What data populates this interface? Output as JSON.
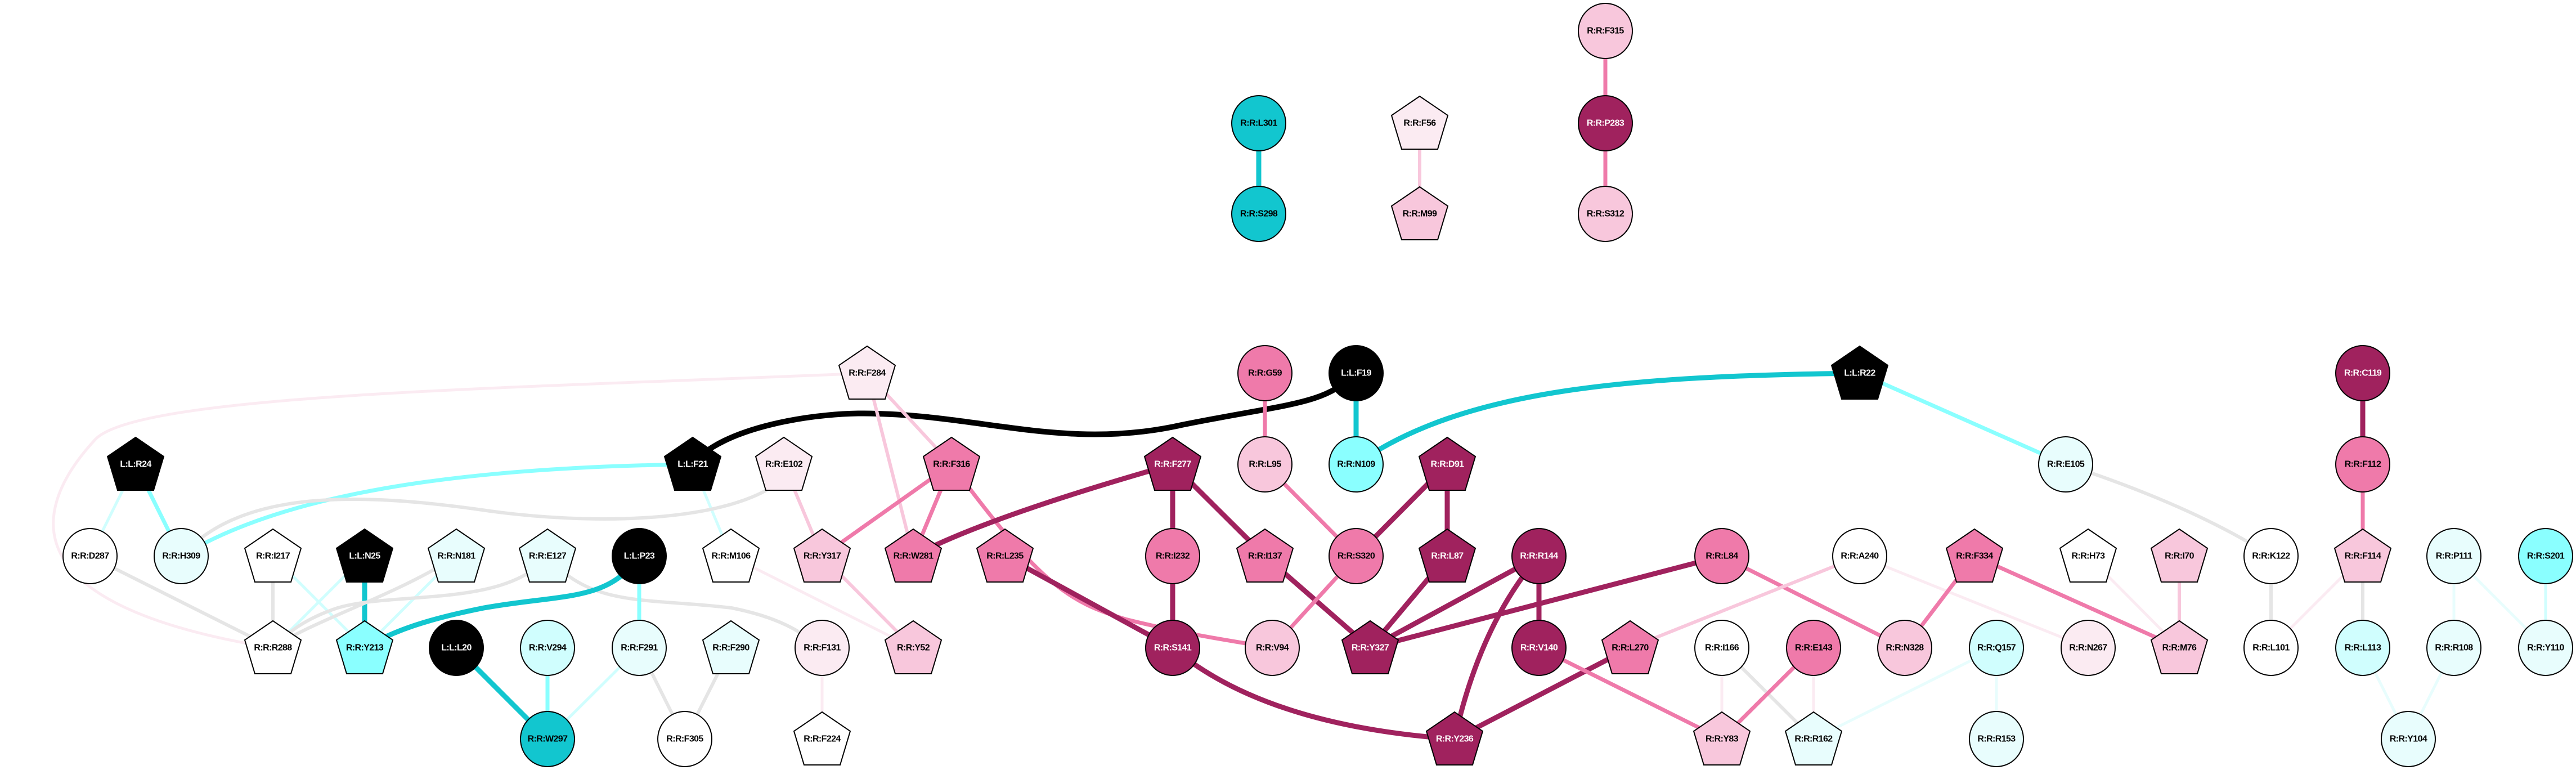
{
  "palette": {
    "black": "#000000",
    "darkmag": "#a0225e",
    "pink": "#ef7aaa",
    "lightpink": "#f8c7dc",
    "vlpink": "#fbebf2",
    "white": "#ffffff",
    "vlcyan": "#e8fdfd",
    "lightcyan": "#d0fefe",
    "cyan": "#8affff",
    "darkcyan": "#12c6cf",
    "gray": "#e5e5e5"
  },
  "nodes": [
    {
      "id": "R:R:L301",
      "shape": "ellipse",
      "color": "darkcyan"
    },
    {
      "id": "R:R:S298",
      "shape": "ellipse",
      "color": "darkcyan"
    },
    {
      "id": "R:R:F56",
      "shape": "pentagon",
      "color": "vlpink"
    },
    {
      "id": "R:R:M99",
      "shape": "pentagon",
      "color": "lightpink"
    },
    {
      "id": "R:R:F315",
      "shape": "ellipse",
      "color": "lightpink"
    },
    {
      "id": "R:R:P283",
      "shape": "ellipse",
      "color": "darkmag"
    },
    {
      "id": "R:R:S312",
      "shape": "ellipse",
      "color": "lightpink"
    },
    {
      "id": "R:R:F284",
      "shape": "pentagon",
      "color": "vlpink"
    },
    {
      "id": "R:R:G59",
      "shape": "ellipse",
      "color": "pink"
    },
    {
      "id": "L:L:F19",
      "shape": "ellipse",
      "color": "black"
    },
    {
      "id": "L:L:R22",
      "shape": "pentagon",
      "color": "black"
    },
    {
      "id": "R:R:C119",
      "shape": "ellipse",
      "color": "darkmag"
    },
    {
      "id": "L:L:R24",
      "shape": "pentagon",
      "color": "black"
    },
    {
      "id": "L:L:F21",
      "shape": "pentagon",
      "color": "black"
    },
    {
      "id": "R:R:E102",
      "shape": "pentagon",
      "color": "vlpink"
    },
    {
      "id": "R:R:F316",
      "shape": "pentagon",
      "color": "pink"
    },
    {
      "id": "R:R:F277",
      "shape": "pentagon",
      "color": "darkmag"
    },
    {
      "id": "R:R:L95",
      "shape": "ellipse",
      "color": "lightpink"
    },
    {
      "id": "R:R:N109",
      "shape": "ellipse",
      "color": "cyan"
    },
    {
      "id": "R:R:D91",
      "shape": "pentagon",
      "color": "darkmag"
    },
    {
      "id": "R:R:E105",
      "shape": "ellipse",
      "color": "vlcyan"
    },
    {
      "id": "R:R:F112",
      "shape": "ellipse",
      "color": "pink"
    },
    {
      "id": "R:R:D287",
      "shape": "ellipse",
      "color": "white"
    },
    {
      "id": "R:R:H309",
      "shape": "ellipse",
      "color": "vlcyan"
    },
    {
      "id": "R:R:I217",
      "shape": "pentagon",
      "color": "white"
    },
    {
      "id": "L:L:N25",
      "shape": "pentagon",
      "color": "black"
    },
    {
      "id": "R:R:N181",
      "shape": "pentagon",
      "color": "vlcyan"
    },
    {
      "id": "R:R:E127",
      "shape": "pentagon",
      "color": "vlcyan"
    },
    {
      "id": "L:L:P23",
      "shape": "ellipse",
      "color": "black"
    },
    {
      "id": "R:R:M106",
      "shape": "pentagon",
      "color": "white"
    },
    {
      "id": "R:R:Y317",
      "shape": "pentagon",
      "color": "lightpink"
    },
    {
      "id": "R:R:W281",
      "shape": "pentagon",
      "color": "pink"
    },
    {
      "id": "R:R:L235",
      "shape": "pentagon",
      "color": "pink"
    },
    {
      "id": "R:R:I232",
      "shape": "ellipse",
      "color": "pink"
    },
    {
      "id": "R:R:I137",
      "shape": "pentagon",
      "color": "pink"
    },
    {
      "id": "R:R:S320",
      "shape": "ellipse",
      "color": "pink"
    },
    {
      "id": "R:R:L87",
      "shape": "pentagon",
      "color": "darkmag"
    },
    {
      "id": "R:R:R144",
      "shape": "ellipse",
      "color": "darkmag"
    },
    {
      "id": "R:R:L84",
      "shape": "ellipse",
      "color": "pink"
    },
    {
      "id": "R:R:A240",
      "shape": "ellipse",
      "color": "white"
    },
    {
      "id": "R:R:F334",
      "shape": "pentagon",
      "color": "pink"
    },
    {
      "id": "R:R:H73",
      "shape": "pentagon",
      "color": "white"
    },
    {
      "id": "R:R:I70",
      "shape": "pentagon",
      "color": "lightpink"
    },
    {
      "id": "R:R:K122",
      "shape": "ellipse",
      "color": "white"
    },
    {
      "id": "R:R:F114",
      "shape": "pentagon",
      "color": "lightpink"
    },
    {
      "id": "R:R:P111",
      "shape": "ellipse",
      "color": "vlcyan"
    },
    {
      "id": "R:R:S201",
      "shape": "ellipse",
      "color": "cyan"
    },
    {
      "id": "R:R:R288",
      "shape": "pentagon",
      "color": "white"
    },
    {
      "id": "R:R:Y213",
      "shape": "pentagon",
      "color": "cyan"
    },
    {
      "id": "L:L:L20",
      "shape": "ellipse",
      "color": "black"
    },
    {
      "id": "R:R:V294",
      "shape": "ellipse",
      "color": "lightcyan"
    },
    {
      "id": "R:R:F291",
      "shape": "ellipse",
      "color": "vlcyan"
    },
    {
      "id": "R:R:F290",
      "shape": "pentagon",
      "color": "vlcyan"
    },
    {
      "id": "R:R:F131",
      "shape": "ellipse",
      "color": "vlpink"
    },
    {
      "id": "R:R:Y52",
      "shape": "pentagon",
      "color": "lightpink"
    },
    {
      "id": "R:R:S141",
      "shape": "ellipse",
      "color": "darkmag"
    },
    {
      "id": "R:R:V94",
      "shape": "ellipse",
      "color": "lightpink"
    },
    {
      "id": "R:R:Y327",
      "shape": "pentagon",
      "color": "darkmag"
    },
    {
      "id": "R:R:V140",
      "shape": "ellipse",
      "color": "darkmag"
    },
    {
      "id": "R:R:L270",
      "shape": "pentagon",
      "color": "pink"
    },
    {
      "id": "R:R:I166",
      "shape": "ellipse",
      "color": "white"
    },
    {
      "id": "R:R:E143",
      "shape": "ellipse",
      "color": "pink"
    },
    {
      "id": "R:R:N328",
      "shape": "ellipse",
      "color": "lightpink"
    },
    {
      "id": "R:R:Q157",
      "shape": "ellipse",
      "color": "lightcyan"
    },
    {
      "id": "R:R:N267",
      "shape": "ellipse",
      "color": "vlpink"
    },
    {
      "id": "R:R:M76",
      "shape": "pentagon",
      "color": "lightpink"
    },
    {
      "id": "R:R:L101",
      "shape": "ellipse",
      "color": "white"
    },
    {
      "id": "R:R:L113",
      "shape": "ellipse",
      "color": "lightcyan"
    },
    {
      "id": "R:R:R108",
      "shape": "ellipse",
      "color": "vlcyan"
    },
    {
      "id": "R:R:Y110",
      "shape": "ellipse",
      "color": "vlcyan"
    },
    {
      "id": "R:R:W297",
      "shape": "ellipse",
      "color": "darkcyan"
    },
    {
      "id": "R:R:F305",
      "shape": "ellipse",
      "color": "white"
    },
    {
      "id": "R:R:F224",
      "shape": "pentagon",
      "color": "white"
    },
    {
      "id": "R:R:Y236",
      "shape": "pentagon",
      "color": "darkmag"
    },
    {
      "id": "R:R:Y83",
      "shape": "pentagon",
      "color": "lightpink"
    },
    {
      "id": "R:R:R162",
      "shape": "pentagon",
      "color": "vlcyan"
    },
    {
      "id": "R:R:R153",
      "shape": "ellipse",
      "color": "vlcyan"
    },
    {
      "id": "R:R:Y104",
      "shape": "ellipse",
      "color": "vlcyan"
    }
  ],
  "edges": [
    {
      "s": "R:R:L301",
      "t": "R:R:S298",
      "color": "darkcyan"
    },
    {
      "s": "R:R:F56",
      "t": "R:R:M99",
      "color": "lightpink"
    },
    {
      "s": "R:R:F315",
      "t": "R:R:P283",
      "color": "pink"
    },
    {
      "s": "R:R:P283",
      "t": "R:R:S312",
      "color": "pink"
    },
    {
      "s": "L:L:F21",
      "t": "L:L:F19",
      "color": "black"
    },
    {
      "s": "L:L:F19",
      "t": "R:R:N109",
      "color": "darkcyan"
    },
    {
      "s": "R:R:N109",
      "t": "L:L:R22",
      "color": "darkcyan"
    },
    {
      "s": "L:L:R22",
      "t": "R:R:E105",
      "color": "cyan"
    },
    {
      "s": "R:R:E105",
      "t": "R:R:K122",
      "color": "gray"
    },
    {
      "s": "R:R:C119",
      "t": "R:R:F112",
      "color": "darkmag"
    },
    {
      "s": "R:R:F112",
      "t": "R:R:F114",
      "color": "pink"
    },
    {
      "s": "R:R:F114",
      "t": "R:R:L113",
      "color": "gray"
    },
    {
      "s": "R:R:F114",
      "t": "R:R:L101",
      "color": "vlpink"
    },
    {
      "s": "R:R:K122",
      "t": "R:R:L101",
      "color": "gray"
    },
    {
      "s": "R:R:P111",
      "t": "R:R:R108",
      "color": "vlcyan"
    },
    {
      "s": "R:R:P111",
      "t": "R:R:Y110",
      "color": "vlcyan"
    },
    {
      "s": "R:R:S201",
      "t": "R:R:Y110",
      "color": "lightcyan"
    },
    {
      "s": "R:R:L113",
      "t": "R:R:Y104",
      "color": "vlcyan"
    },
    {
      "s": "R:R:R108",
      "t": "R:R:Y104",
      "color": "vlcyan"
    },
    {
      "s": "R:R:F284",
      "t": "R:R:R288",
      "color": "vlpink"
    },
    {
      "s": "R:R:F284",
      "t": "R:R:W281",
      "color": "lightpink"
    },
    {
      "s": "R:R:F284",
      "t": "R:R:F316",
      "color": "lightpink"
    },
    {
      "s": "L:L:R24",
      "t": "R:R:D287",
      "color": "lightcyan"
    },
    {
      "s": "L:L:R24",
      "t": "R:R:H309",
      "color": "cyan"
    },
    {
      "s": "L:L:F21",
      "t": "R:R:H309",
      "color": "cyan"
    },
    {
      "s": "L:L:F21",
      "t": "R:R:M106",
      "color": "lightcyan"
    },
    {
      "s": "R:R:E102",
      "t": "R:R:H309",
      "color": "gray"
    },
    {
      "s": "R:R:E102",
      "t": "R:R:Y317",
      "color": "lightpink"
    },
    {
      "s": "R:R:D287",
      "t": "R:R:R288",
      "color": "gray"
    },
    {
      "s": "R:R:I217",
      "t": "R:R:R288",
      "color": "gray"
    },
    {
      "s": "R:R:I217",
      "t": "R:R:Y213",
      "color": "lightcyan"
    },
    {
      "s": "L:L:N25",
      "t": "R:R:Y213",
      "color": "darkcyan"
    },
    {
      "s": "L:L:N25",
      "t": "R:R:R288",
      "color": "lightcyan"
    },
    {
      "s": "R:R:N181",
      "t": "R:R:Y213",
      "color": "lightcyan"
    },
    {
      "s": "R:R:N181",
      "t": "R:R:R288",
      "color": "gray"
    },
    {
      "s": "R:R:E127",
      "t": "R:R:R288",
      "color": "gray"
    },
    {
      "s": "R:R:E127",
      "t": "R:R:F131",
      "color": "gray"
    },
    {
      "s": "L:L:P23",
      "t": "R:R:Y213",
      "color": "darkcyan"
    },
    {
      "s": "L:L:P23",
      "t": "R:R:F291",
      "color": "cyan"
    },
    {
      "s": "L:L:L20",
      "t": "R:R:W297",
      "color": "darkcyan"
    },
    {
      "s": "R:R:V294",
      "t": "R:R:W297",
      "color": "cyan"
    },
    {
      "s": "R:R:F291",
      "t": "R:R:W297",
      "color": "lightcyan"
    },
    {
      "s": "R:R:F291",
      "t": "R:R:F305",
      "color": "gray"
    },
    {
      "s": "R:R:F290",
      "t": "R:R:F305",
      "color": "gray"
    },
    {
      "s": "R:R:F131",
      "t": "R:R:F224",
      "color": "vlpink"
    },
    {
      "s": "R:R:M106",
      "t": "R:R:Y52",
      "color": "vlpink"
    },
    {
      "s": "R:R:Y317",
      "t": "R:R:Y52",
      "color": "lightpink"
    },
    {
      "s": "R:R:F316",
      "t": "R:R:Y317",
      "color": "pink"
    },
    {
      "s": "R:R:F316",
      "t": "R:R:W281",
      "color": "pink"
    },
    {
      "s": "R:R:F316",
      "t": "R:R:V94",
      "color": "pink"
    },
    {
      "s": "R:R:F277",
      "t": "R:R:W281",
      "color": "darkmag"
    },
    {
      "s": "R:R:F277",
      "t": "R:R:I232",
      "color": "darkmag"
    },
    {
      "s": "R:R:F277",
      "t": "R:R:I137",
      "color": "darkmag"
    },
    {
      "s": "R:R:G59",
      "t": "R:R:L95",
      "color": "pink"
    },
    {
      "s": "R:R:L95",
      "t": "R:R:S320",
      "color": "pink"
    },
    {
      "s": "R:R:D91",
      "t": "R:R:S320",
      "color": "darkmag"
    },
    {
      "s": "R:R:D91",
      "t": "R:R:L87",
      "color": "darkmag"
    },
    {
      "s": "R:R:L235",
      "t": "R:R:S141",
      "color": "darkmag"
    },
    {
      "s": "R:R:I232",
      "t": "R:R:S141",
      "color": "darkmag"
    },
    {
      "s": "R:R:I137",
      "t": "R:R:Y327",
      "color": "darkmag"
    },
    {
      "s": "R:R:S320",
      "t": "R:R:V94",
      "color": "pink"
    },
    {
      "s": "R:R:L87",
      "t": "R:R:Y327",
      "color": "darkmag"
    },
    {
      "s": "R:R:R144",
      "t": "R:R:Y327",
      "color": "darkmag"
    },
    {
      "s": "R:R:L84",
      "t": "R:R:Y327",
      "color": "darkmag"
    },
    {
      "s": "R:R:R144",
      "t": "R:R:V140",
      "color": "darkmag"
    },
    {
      "s": "R:R:R144",
      "t": "R:R:Y236",
      "color": "darkmag"
    },
    {
      "s": "R:R:S141",
      "t": "R:R:Y236",
      "color": "darkmag"
    },
    {
      "s": "R:R:L270",
      "t": "R:R:Y236",
      "color": "darkmag"
    },
    {
      "s": "R:R:V140",
      "t": "R:R:Y83",
      "color": "pink"
    },
    {
      "s": "R:R:L84",
      "t": "R:R:N328",
      "color": "pink"
    },
    {
      "s": "R:R:A240",
      "t": "R:R:L270",
      "color": "lightpink"
    },
    {
      "s": "R:R:A240",
      "t": "R:R:N267",
      "color": "vlpink"
    },
    {
      "s": "R:R:F334",
      "t": "R:R:N328",
      "color": "pink"
    },
    {
      "s": "R:R:F334",
      "t": "R:R:M76",
      "color": "pink"
    },
    {
      "s": "R:R:H73",
      "t": "R:R:M76",
      "color": "vlpink"
    },
    {
      "s": "R:R:I70",
      "t": "R:R:M76",
      "color": "lightpink"
    },
    {
      "s": "R:R:I166",
      "t": "R:R:Y83",
      "color": "vlpink"
    },
    {
      "s": "R:R:I166",
      "t": "R:R:R162",
      "color": "gray"
    },
    {
      "s": "R:R:E143",
      "t": "R:R:Y83",
      "color": "pink"
    },
    {
      "s": "R:R:E143",
      "t": "R:R:R162",
      "color": "vlpink"
    },
    {
      "s": "R:R:Q157",
      "t": "R:R:R162",
      "color": "vlcyan"
    },
    {
      "s": "R:R:Q157",
      "t": "R:R:R153",
      "color": "vlcyan"
    }
  ]
}
